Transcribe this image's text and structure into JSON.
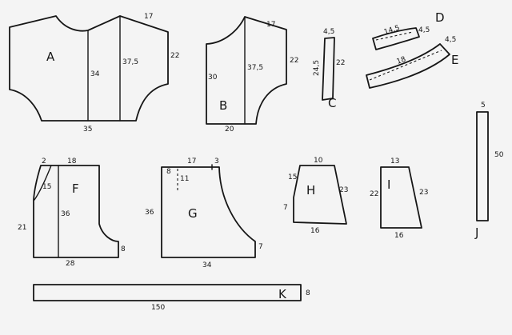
{
  "pieces": {
    "A": {
      "letter": "A",
      "top": "17",
      "side": "22",
      "center": "34",
      "mid": "37,5",
      "bottom": "35"
    },
    "B": {
      "letter": "B",
      "top": "17",
      "side": "22",
      "mid": "37,5",
      "left": "30",
      "bottom": "20"
    },
    "C": {
      "letter": "C",
      "top": "4,5",
      "left": "24,5",
      "right": "22"
    },
    "D": {
      "letter": "D",
      "top": "14,5",
      "side": "4,5"
    },
    "E": {
      "letter": "E",
      "side": "4,5",
      "center": "18"
    },
    "F": {
      "letter": "F",
      "top_left": "2",
      "top": "18",
      "diag": "15",
      "left": "21",
      "center": "36",
      "bottom": "28",
      "right": "8"
    },
    "G": {
      "letter": "G",
      "top": "17",
      "top_right": "3",
      "small_side": "8",
      "dashed": "11",
      "left": "36",
      "bottom": "34",
      "right": "7"
    },
    "H": {
      "letter": "H",
      "top": "10",
      "left_top": "15",
      "right": "23",
      "left": "7",
      "bottom": "16"
    },
    "I": {
      "letter": "I",
      "top": "13",
      "left": "22",
      "right": "23",
      "bottom": "16"
    },
    "J": {
      "letter": "J",
      "top": "5",
      "side": "50"
    },
    "K": {
      "letter": "K",
      "side": "8",
      "bottom": "150"
    }
  }
}
